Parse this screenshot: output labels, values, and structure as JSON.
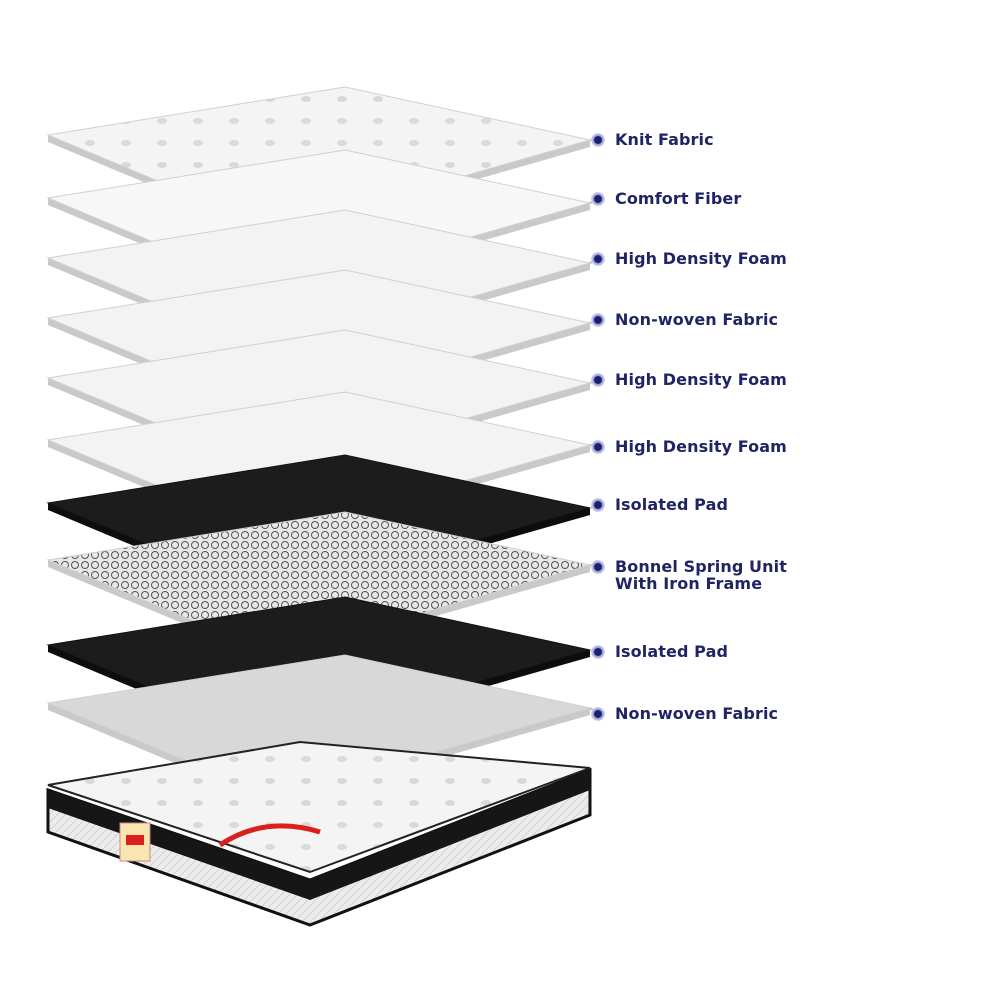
{
  "colors": {
    "label_text": "#1f2463",
    "dot": "#1a1f6e",
    "pad": "#1c1c1c",
    "foam": "#f3f3f3",
    "brand_red": "#d9201c"
  },
  "layers": [
    {
      "label": "Knit Fabric",
      "material": "quilted"
    },
    {
      "label": "Comfort Fiber",
      "material": "fiber"
    },
    {
      "label": "High Density Foam",
      "material": "foam"
    },
    {
      "label": "Non-woven Fabric",
      "material": "foam"
    },
    {
      "label": "High Density Foam",
      "material": "foam"
    },
    {
      "label": "High Density Foam",
      "material": "foam"
    },
    {
      "label": "Isolated Pad",
      "material": "pad"
    },
    {
      "label": "Bonnel Spring Unit",
      "label2": "With Iron Frame",
      "material": "spring"
    },
    {
      "label": "Isolated Pad",
      "material": "pad"
    },
    {
      "label": "Non-woven Fabric",
      "material": "grey"
    }
  ]
}
